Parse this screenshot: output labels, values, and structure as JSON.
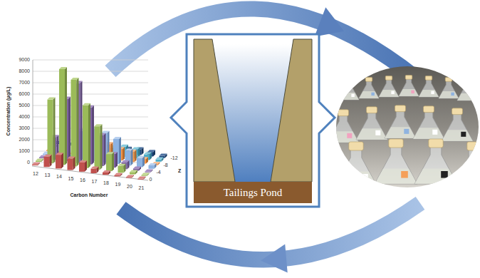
{
  "diagram": {
    "nodes": [
      {
        "text": [
          "Tailings Pond"
        ]
      }
    ],
    "labels": [
      "Concentration (μg/L)",
      "0",
      "1000",
      "2000",
      "3000",
      "4000",
      "5000",
      "6000",
      "7000",
      "8000",
      "9000",
      "12",
      "13",
      "14",
      "15",
      "16",
      "17",
      "18",
      "19",
      "20",
      "21",
      "Carbon Number",
      "-12",
      "-8",
      "-4",
      "0",
      "Z"
    ]
  }
}
